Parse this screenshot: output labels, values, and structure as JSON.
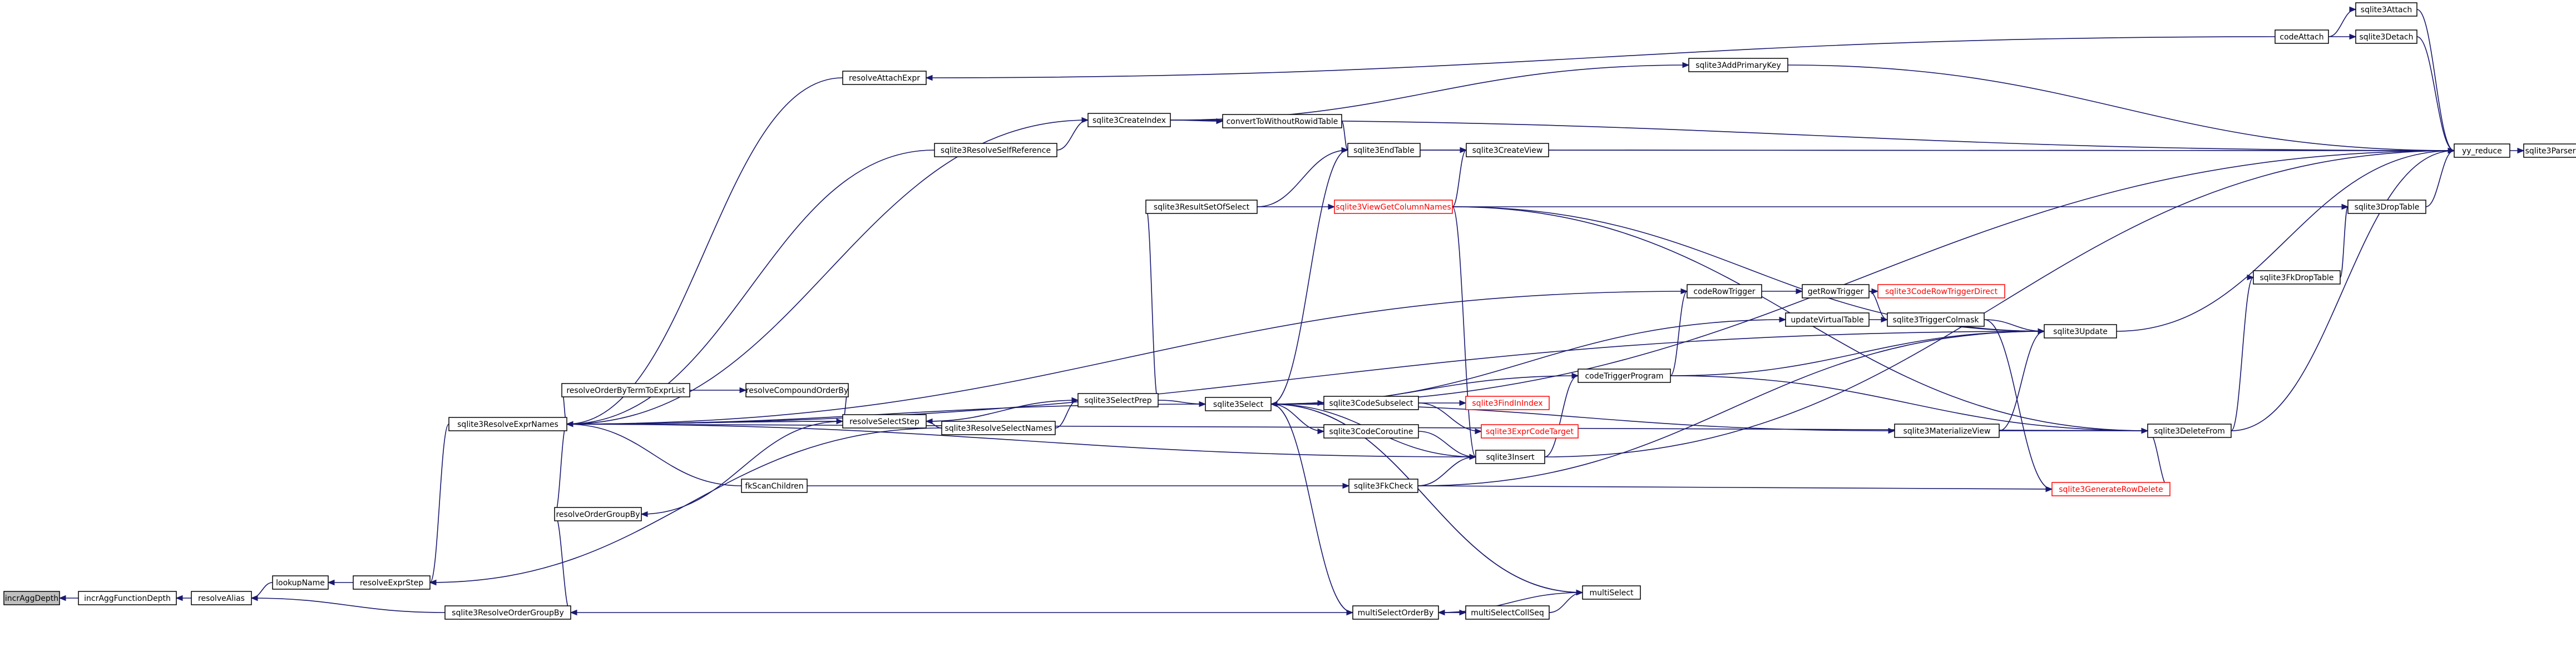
{
  "graph": {
    "edge_color": "#191970",
    "node_fill": "#ffffff",
    "root_fill": "#bfbfbf",
    "highlight_color": "#ff0000",
    "nodes": [
      {
        "id": "incrAggDepth",
        "label": "incrAggDepth",
        "root": true
      },
      {
        "id": "incrAggFunctionDepth",
        "label": "incrAggFunctionDepth"
      },
      {
        "id": "resolveAlias",
        "label": "resolveAlias"
      },
      {
        "id": "lookupName",
        "label": "lookupName"
      },
      {
        "id": "resolveExprStep",
        "label": "resolveExprStep"
      },
      {
        "id": "sqlite3ResolveOrderGroupBy",
        "label": "sqlite3ResolveOrderGroupBy"
      },
      {
        "id": "sqlite3ResolveExprNames",
        "label": "sqlite3ResolveExprNames"
      },
      {
        "id": "resolveOrderGroupBy",
        "label": "resolveOrderGroupBy"
      },
      {
        "id": "resolveSelectStep",
        "label": "resolveSelectStep"
      },
      {
        "id": "multiSelectOrderBy",
        "label": "multiSelectOrderBy"
      },
      {
        "id": "resolveAttachExpr",
        "label": "resolveAttachExpr"
      },
      {
        "id": "sqlite3ResolveSelfReference",
        "label": "sqlite3ResolveSelfReference"
      },
      {
        "id": "resolveOrderByTermToExprList",
        "label": "resolveOrderByTermToExprList"
      },
      {
        "id": "resolveCompoundOrderBy",
        "label": "resolveCompoundOrderBy"
      },
      {
        "id": "fkScanChildren",
        "label": "fkScanChildren"
      },
      {
        "id": "sqlite3ResolveSelectNames",
        "label": "sqlite3ResolveSelectNames"
      },
      {
        "id": "sqlite3SelectPrep",
        "label": "sqlite3SelectPrep"
      },
      {
        "id": "sqlite3ResultSetOfSelect",
        "label": "sqlite3ResultSetOfSelect"
      },
      {
        "id": "sqlite3Select",
        "label": "sqlite3Select"
      },
      {
        "id": "sqlite3CreateIndex",
        "label": "sqlite3CreateIndex"
      },
      {
        "id": "convertToWithoutRowidTable",
        "label": "convertToWithoutRowidTable"
      },
      {
        "id": "sqlite3EndTable",
        "label": "sqlite3EndTable"
      },
      {
        "id": "sqlite3ViewGetColumnNames",
        "label": "sqlite3ViewGetColumnNames",
        "red": true
      },
      {
        "id": "sqlite3CodeSubselect",
        "label": "sqlite3CodeSubselect"
      },
      {
        "id": "sqlite3FindInIndex",
        "label": "sqlite3FindInIndex",
        "red": true
      },
      {
        "id": "sqlite3ExprCodeTarget",
        "label": "sqlite3ExprCodeTarget",
        "red": true
      },
      {
        "id": "sqlite3CodeCoroutine",
        "label": "sqlite3CodeCoroutine"
      },
      {
        "id": "sqlite3FkCheck",
        "label": "sqlite3FkCheck"
      },
      {
        "id": "sqlite3Insert",
        "label": "sqlite3Insert"
      },
      {
        "id": "multiSelectCollSeq",
        "label": "multiSelectCollSeq"
      },
      {
        "id": "multiSelect",
        "label": "multiSelect"
      },
      {
        "id": "sqlite3CreateView",
        "label": "sqlite3CreateView"
      },
      {
        "id": "codeTriggerProgram",
        "label": "codeTriggerProgram"
      },
      {
        "id": "codeRowTrigger",
        "label": "codeRowTrigger"
      },
      {
        "id": "sqlite3AddPrimaryKey",
        "label": "sqlite3AddPrimaryKey"
      },
      {
        "id": "codeAttach",
        "label": "codeAttach"
      },
      {
        "id": "getRowTrigger",
        "label": "getRowTrigger"
      },
      {
        "id": "sqlite3CodeRowTriggerDirect",
        "label": "sqlite3CodeRowTriggerDirect",
        "red": true
      },
      {
        "id": "updateVirtualTable",
        "label": "updateVirtualTable"
      },
      {
        "id": "sqlite3TriggerColmask",
        "label": "sqlite3TriggerColmask"
      },
      {
        "id": "sqlite3MaterializeView",
        "label": "sqlite3MaterializeView"
      },
      {
        "id": "sqlite3GenerateRowDelete",
        "label": "sqlite3GenerateRowDelete",
        "red": true
      },
      {
        "id": "sqlite3Update",
        "label": "sqlite3Update"
      },
      {
        "id": "sqlite3DeleteFrom",
        "label": "sqlite3DeleteFrom"
      },
      {
        "id": "sqlite3Attach",
        "label": "sqlite3Attach"
      },
      {
        "id": "sqlite3Detach",
        "label": "sqlite3Detach"
      },
      {
        "id": "sqlite3FkDropTable",
        "label": "sqlite3FkDropTable"
      },
      {
        "id": "sqlite3DropTable",
        "label": "sqlite3DropTable"
      },
      {
        "id": "yy_reduce",
        "label": "yy_reduce"
      },
      {
        "id": "sqlite3Parser",
        "label": "sqlite3Parser"
      }
    ],
    "edges": [
      [
        "incrAggFunctionDepth",
        "incrAggDepth"
      ],
      [
        "resolveAlias",
        "incrAggFunctionDepth"
      ],
      [
        "lookupName",
        "resolveAlias"
      ],
      [
        "sqlite3ResolveOrderGroupBy",
        "resolveAlias"
      ],
      [
        "resolveExprStep",
        "lookupName"
      ],
      [
        "sqlite3ResolveExprNames",
        "resolveExprStep"
      ],
      [
        "sqlite3ResolveSelectNames",
        "resolveExprStep"
      ],
      [
        "resolveOrderGroupBy",
        "sqlite3ResolveOrderGroupBy"
      ],
      [
        "multiSelectOrderBy",
        "sqlite3ResolveOrderGroupBy"
      ],
      [
        "resolveAttachExpr",
        "sqlite3ResolveExprNames"
      ],
      [
        "sqlite3ResolveSelfReference",
        "sqlite3ResolveExprNames"
      ],
      [
        "resolveOrderByTermToExprList",
        "sqlite3ResolveExprNames"
      ],
      [
        "resolveSelectStep",
        "sqlite3ResolveExprNames"
      ],
      [
        "fkScanChildren",
        "sqlite3ResolveExprNames"
      ],
      [
        "resolveOrderGroupBy",
        "sqlite3ResolveExprNames"
      ],
      [
        "sqlite3Select",
        "sqlite3ResolveExprNames"
      ],
      [
        "sqlite3CreateIndex",
        "sqlite3ResolveExprNames"
      ],
      [
        "codeRowTrigger",
        "sqlite3ResolveExprNames"
      ],
      [
        "sqlite3Update",
        "sqlite3ResolveExprNames"
      ],
      [
        "sqlite3Insert",
        "sqlite3ResolveExprNames"
      ],
      [
        "sqlite3DeleteFrom",
        "sqlite3ResolveExprNames"
      ],
      [
        "resolveSelectStep",
        "resolveOrderGroupBy"
      ],
      [
        "sqlite3ResolveExprNames",
        "resolveSelectStep"
      ],
      [
        "resolveCompoundOrderBy",
        "resolveSelectStep"
      ],
      [
        "sqlite3ResolveSelectNames",
        "resolveSelectStep"
      ],
      [
        "resolveOrderByTermToExprList",
        "resolveCompoundOrderBy"
      ],
      [
        "resolveSelectStep",
        "sqlite3SelectPrep"
      ],
      [
        "sqlite3ResolveSelectNames",
        "sqlite3SelectPrep"
      ],
      [
        "sqlite3SelectPrep",
        "sqlite3ResultSetOfSelect"
      ],
      [
        "sqlite3SelectPrep",
        "sqlite3Select"
      ],
      [
        "sqlite3ResolveSelfReference",
        "sqlite3CreateIndex"
      ],
      [
        "sqlite3ResultSetOfSelect",
        "sqlite3EndTable"
      ],
      [
        "sqlite3ResultSetOfSelect",
        "sqlite3ViewGetColumnNames"
      ],
      [
        "codeAttach",
        "resolveAttachExpr"
      ],
      [
        "sqlite3CreateIndex",
        "convertToWithoutRowidTable"
      ],
      [
        "sqlite3CreateIndex",
        "sqlite3AddPrimaryKey"
      ],
      [
        "sqlite3CreateIndex",
        "yy_reduce"
      ],
      [
        "convertToWithoutRowidTable",
        "sqlite3EndTable"
      ],
      [
        "sqlite3EndTable",
        "sqlite3Select"
      ],
      [
        "sqlite3EndTable",
        "sqlite3CreateView"
      ],
      [
        "sqlite3EndTable",
        "yy_reduce"
      ],
      [
        "sqlite3ViewGetColumnNames",
        "sqlite3CreateView"
      ],
      [
        "sqlite3ViewGetColumnNames",
        "sqlite3DropTable"
      ],
      [
        "sqlite3ViewGetColumnNames",
        "sqlite3Insert"
      ],
      [
        "sqlite3ViewGetColumnNames",
        "sqlite3Update"
      ],
      [
        "sqlite3ViewGetColumnNames",
        "sqlite3DeleteFrom"
      ],
      [
        "sqlite3Select",
        "sqlite3CodeSubselect"
      ],
      [
        "sqlite3Select",
        "sqlite3CodeCoroutine"
      ],
      [
        "sqlite3Select",
        "multiSelectOrderBy"
      ],
      [
        "sqlite3Select",
        "multiSelect"
      ],
      [
        "sqlite3Select",
        "updateVirtualTable"
      ],
      [
        "sqlite3Select",
        "codeTriggerProgram"
      ],
      [
        "sqlite3Select",
        "sqlite3MaterializeView"
      ],
      [
        "sqlite3Select",
        "sqlite3Insert"
      ],
      [
        "sqlite3Select",
        "yy_reduce"
      ],
      [
        "sqlite3CodeSubselect",
        "sqlite3FindInIndex"
      ],
      [
        "sqlite3CodeSubselect",
        "sqlite3ExprCodeTarget"
      ],
      [
        "sqlite3CodeCoroutine",
        "sqlite3Insert"
      ],
      [
        "fkScanChildren",
        "sqlite3FkCheck"
      ],
      [
        "sqlite3FkCheck",
        "sqlite3Insert"
      ],
      [
        "sqlite3FkCheck",
        "sqlite3Update"
      ],
      [
        "sqlite3FkCheck",
        "sqlite3GenerateRowDelete"
      ],
      [
        "sqlite3Insert",
        "codeTriggerProgram"
      ],
      [
        "sqlite3Insert",
        "yy_reduce"
      ],
      [
        "multiSelectOrderBy",
        "multiSelectCollSeq"
      ],
      [
        "multiSelectOrderBy",
        "multiSelect"
      ],
      [
        "multiSelectCollSeq",
        "multiSelectOrderBy"
      ],
      [
        "multiSelectCollSeq",
        "multiSelect"
      ],
      [
        "multiSelect",
        "sqlite3Select"
      ],
      [
        "sqlite3CreateView",
        "yy_reduce"
      ],
      [
        "codeTriggerProgram",
        "codeRowTrigger"
      ],
      [
        "codeTriggerProgram",
        "sqlite3Update"
      ],
      [
        "codeTriggerProgram",
        "sqlite3DeleteFrom"
      ],
      [
        "codeRowTrigger",
        "getRowTrigger"
      ],
      [
        "getRowTrigger",
        "sqlite3CodeRowTriggerDirect"
      ],
      [
        "getRowTrigger",
        "sqlite3TriggerColmask"
      ],
      [
        "sqlite3AddPrimaryKey",
        "yy_reduce"
      ],
      [
        "codeAttach",
        "sqlite3Attach"
      ],
      [
        "codeAttach",
        "sqlite3Detach"
      ],
      [
        "updateVirtualTable",
        "sqlite3Update"
      ],
      [
        "sqlite3TriggerColmask",
        "sqlite3Update"
      ],
      [
        "sqlite3TriggerColmask",
        "sqlite3GenerateRowDelete"
      ],
      [
        "sqlite3MaterializeView",
        "sqlite3Update"
      ],
      [
        "sqlite3MaterializeView",
        "sqlite3DeleteFrom"
      ],
      [
        "sqlite3GenerateRowDelete",
        "sqlite3DeleteFrom"
      ],
      [
        "sqlite3Update",
        "yy_reduce"
      ],
      [
        "sqlite3DeleteFrom",
        "sqlite3FkDropTable"
      ],
      [
        "sqlite3DeleteFrom",
        "yy_reduce"
      ],
      [
        "sqlite3FkDropTable",
        "sqlite3DropTable"
      ],
      [
        "sqlite3DropTable",
        "yy_reduce"
      ],
      [
        "sqlite3Attach",
        "yy_reduce"
      ],
      [
        "sqlite3Detach",
        "yy_reduce"
      ],
      [
        "yy_reduce",
        "sqlite3Parser"
      ]
    ]
  }
}
